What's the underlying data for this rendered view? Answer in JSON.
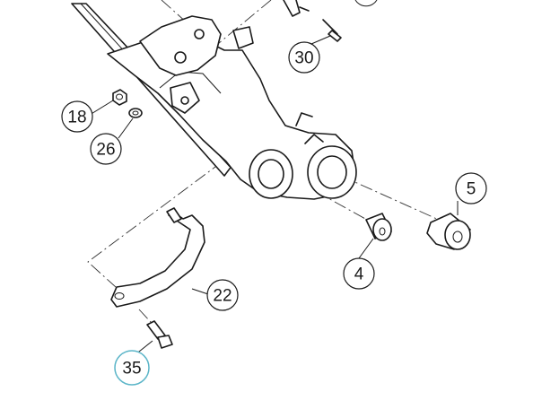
{
  "highlight_color": "#a6dbe6",
  "callouts": [
    {
      "id": "30",
      "label": "30"
    },
    {
      "id": "18",
      "label": "18"
    },
    {
      "id": "26",
      "label": "26"
    },
    {
      "id": "5",
      "label": "5"
    },
    {
      "id": "22",
      "label": "22"
    },
    {
      "id": "4",
      "label": "4"
    },
    {
      "id": "35",
      "label": "35",
      "highlighted": true
    }
  ]
}
